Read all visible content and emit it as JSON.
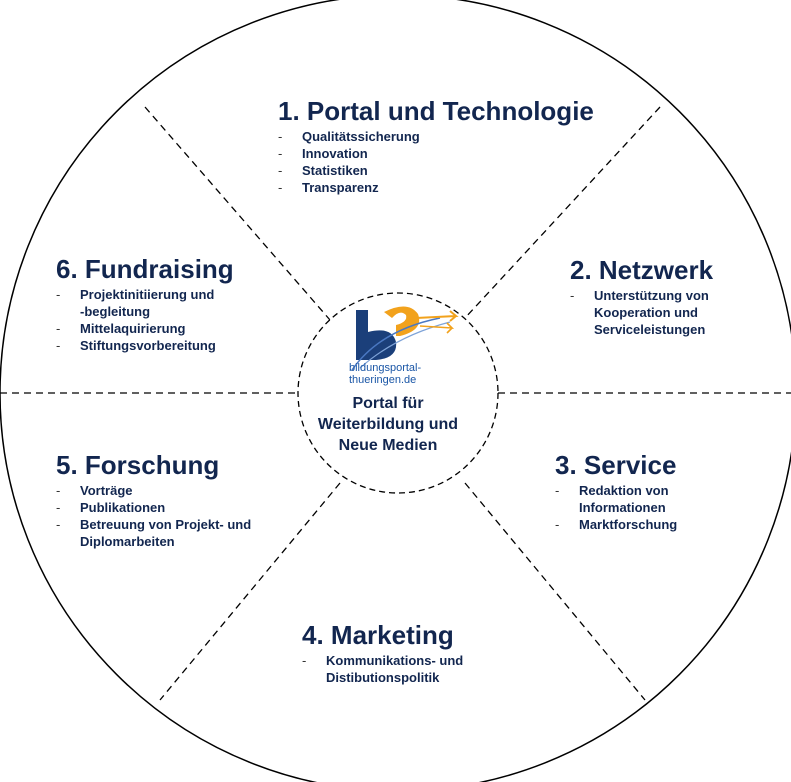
{
  "center": {
    "logo_text": "bildungsportal-\nthueringen.de",
    "title": "Portal für\nWeiterbildung und\nNeue Medien"
  },
  "segments": [
    {
      "title": "1. Portal und Technologie",
      "items": [
        "Qualitätssicherung",
        "Innovation",
        "Statistiken",
        "Transparenz"
      ]
    },
    {
      "title": "2. Netzwerk",
      "items": [
        "Unterstützung von\nKooperation und\nServiceleistungen"
      ]
    },
    {
      "title": "3. Service",
      "items": [
        "Redaktion von\nInformationen",
        "Marktforschung"
      ]
    },
    {
      "title": "4. Marketing",
      "items": [
        "Kommunikations- und\nDistibutionspolitik"
      ]
    },
    {
      "title": "5. Forschung",
      "items": [
        "Vorträge",
        "Publikationen",
        "Betreuung von Projekt- und\nDiplomarbeiten"
      ]
    },
    {
      "title": "6. Fundraising",
      "items": [
        "Projektinitiierung und\n-begleitung",
        "Mittelaquirierung",
        "Stiftungsvorbereitung"
      ]
    }
  ],
  "colors": {
    "text": "#12264f",
    "logo_dark": "#1b3f7a",
    "logo_orange": "#f2a21c",
    "outline": "#000000"
  }
}
